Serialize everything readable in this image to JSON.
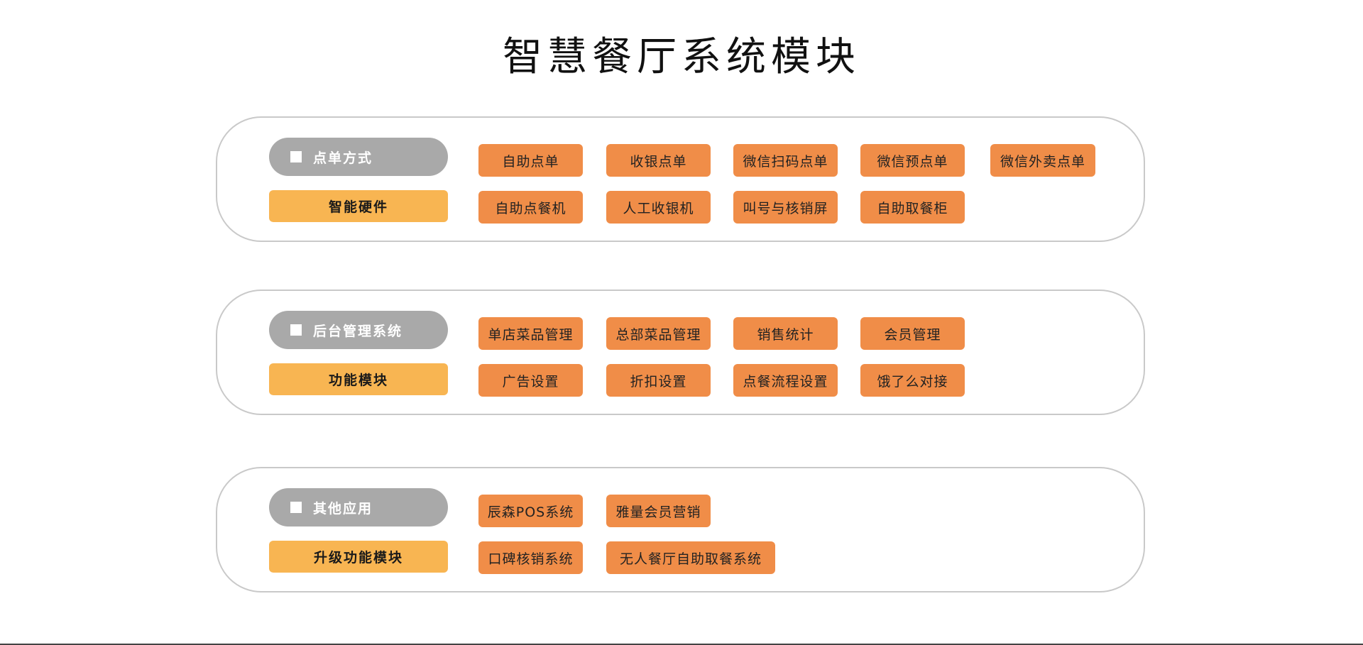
{
  "title": "智慧餐厅系统模块",
  "colors": {
    "category_pill": "#a9a9a9",
    "sub_label": "#f8b552",
    "chip": "#f08d48",
    "panel_border": "#c9c9c9"
  },
  "sections": [
    {
      "category": "点单方式",
      "subtitle": "智能硬件",
      "row1": [
        "自助点单",
        "收银点单",
        "微信扫码点单",
        "微信预点单",
        "微信外卖点单"
      ],
      "row2": [
        "自助点餐机",
        "人工收银机",
        "叫号与核销屏",
        "自助取餐柜"
      ]
    },
    {
      "category": "后台管理系统",
      "subtitle": "功能模块",
      "row1": [
        "单店菜品管理",
        "总部菜品管理",
        "销售统计",
        "会员管理"
      ],
      "row2": [
        "广告设置",
        "折扣设置",
        "点餐流程设置",
        "饿了么对接"
      ]
    },
    {
      "category": "其他应用",
      "subtitle": "升级功能模块",
      "row1": [
        "辰森POS系统",
        "雅量会员营销"
      ],
      "row2": [
        "口碑核销系统",
        "无人餐厅自助取餐系统"
      ]
    }
  ]
}
